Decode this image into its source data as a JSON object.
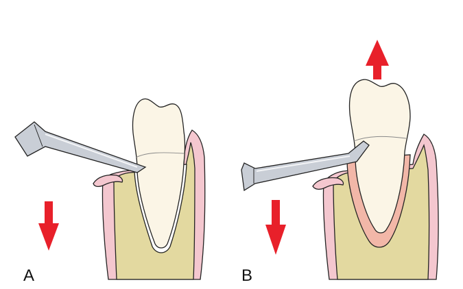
{
  "panels": [
    {
      "label": "A",
      "force_direction": "down"
    },
    {
      "label": "B",
      "force_direction": "up-and-down"
    }
  ],
  "colors": {
    "arrow": "#e8202a",
    "gingiva": "#f4c7cf",
    "bone": "#e3d9a0",
    "root": "#fbf5e6",
    "enamel": "#fdf8ea",
    "ligament_b": "#f2b7a8",
    "instrument": "#c9ced6",
    "outline": "#222222"
  }
}
